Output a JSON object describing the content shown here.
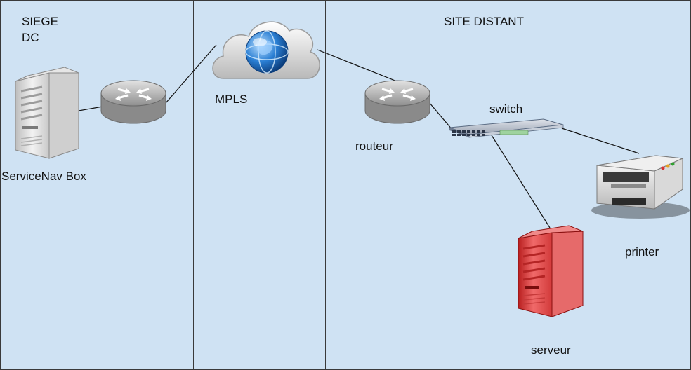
{
  "zones": {
    "siege": {
      "line1": "SIEGE",
      "line2": "DC"
    },
    "site": {
      "title": "SITE DISTANT"
    }
  },
  "nodes": {
    "servicenav_box": {
      "label": "ServiceNav Box"
    },
    "mpls": {
      "label": "MPLS"
    },
    "routeur": {
      "label": "routeur"
    },
    "switch": {
      "label": "switch"
    },
    "printer": {
      "label": "printer"
    },
    "serveur": {
      "label": "serveur"
    }
  },
  "colors": {
    "background": "#cfe2f3",
    "border": "#3a3a3a",
    "link": "#111111",
    "router": "#9c9c9c",
    "server_gray": "#d9d9d9",
    "server_red": "#e03030",
    "switch": "#5a6b82"
  }
}
